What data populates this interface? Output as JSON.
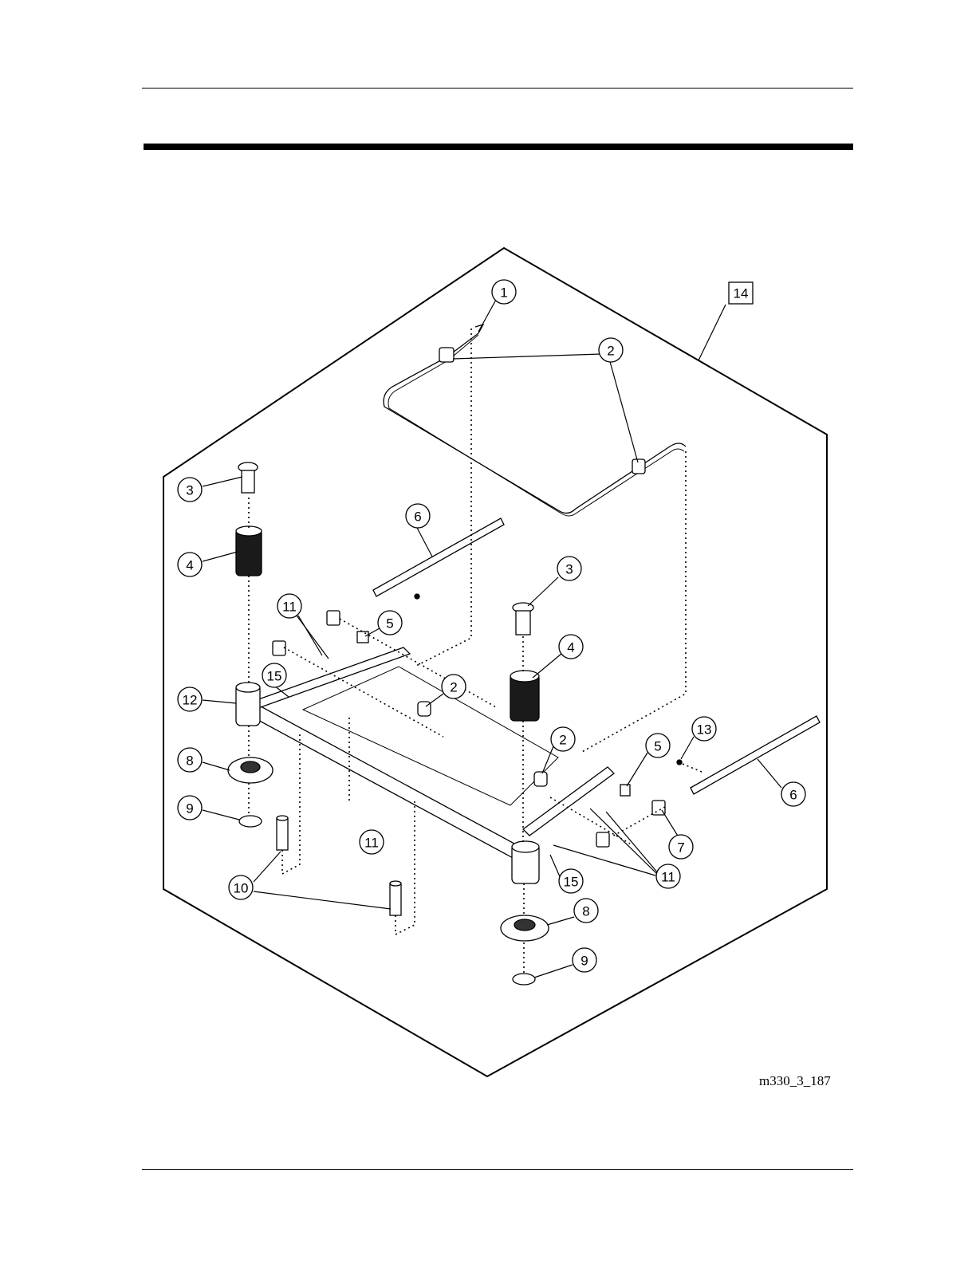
{
  "figure_id": "m330_3_187",
  "callouts": [
    {
      "id": "c1",
      "label": "1"
    },
    {
      "id": "c2a",
      "label": "2"
    },
    {
      "id": "c3a",
      "label": "3"
    },
    {
      "id": "c4a",
      "label": "4"
    },
    {
      "id": "c6a",
      "label": "6"
    },
    {
      "id": "c11a",
      "label": "11"
    },
    {
      "id": "c5a",
      "label": "5"
    },
    {
      "id": "c3b",
      "label": "3"
    },
    {
      "id": "c4b",
      "label": "4"
    },
    {
      "id": "c15a",
      "label": "15"
    },
    {
      "id": "c12",
      "label": "12"
    },
    {
      "id": "c2b",
      "label": "2"
    },
    {
      "id": "c8a",
      "label": "8"
    },
    {
      "id": "c2c",
      "label": "2"
    },
    {
      "id": "c13",
      "label": "13"
    },
    {
      "id": "c5b",
      "label": "5"
    },
    {
      "id": "c9a",
      "label": "9"
    },
    {
      "id": "c6b",
      "label": "6"
    },
    {
      "id": "c11b",
      "label": "11"
    },
    {
      "id": "c7",
      "label": "7"
    },
    {
      "id": "c10",
      "label": "10"
    },
    {
      "id": "c15b",
      "label": "15"
    },
    {
      "id": "c11c",
      "label": "11"
    },
    {
      "id": "c8b",
      "label": "8"
    },
    {
      "id": "c9b",
      "label": "9"
    }
  ],
  "boxed_callout": {
    "label": "14"
  }
}
